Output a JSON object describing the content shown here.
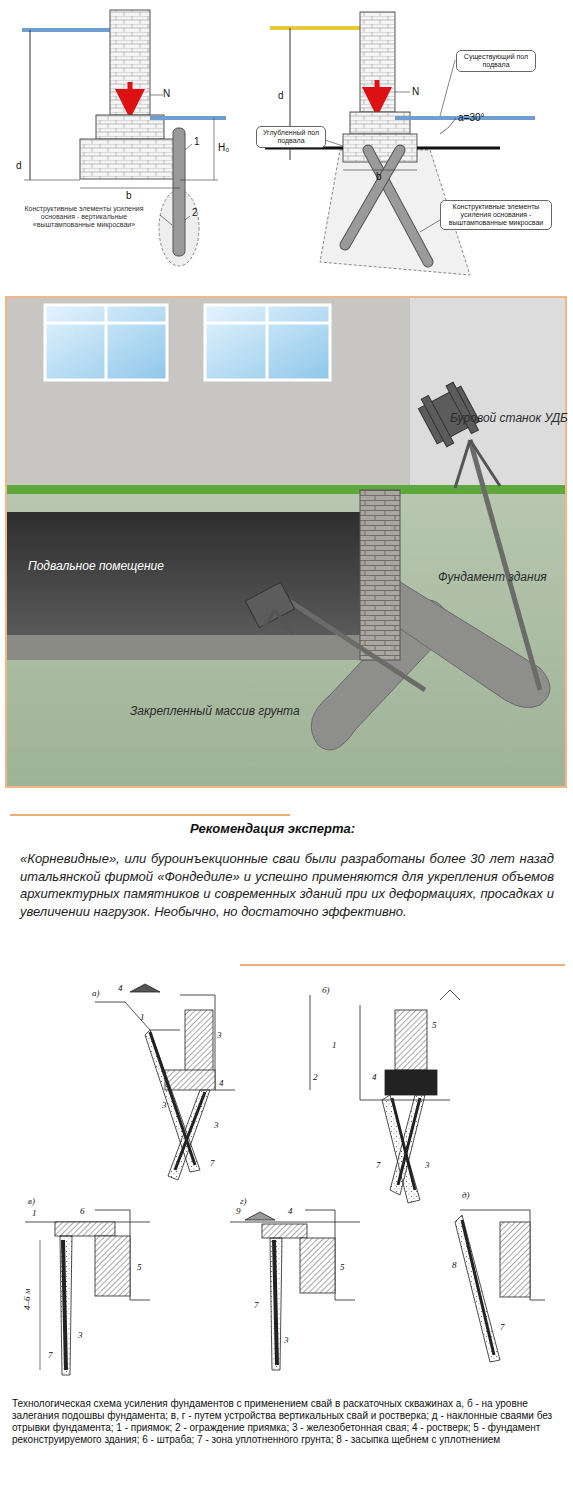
{
  "diagram": {
    "caption": "Технологическая схема усиления фундаментов с применением свай в раскаточных скважинах а, б - на уровне залегания подошвы фундамента; в, г - путем устройства вертикальных свай и ростверка; д - наклонные сваями без отрывки фундамента; 1 - приямок; 2 - ограждение приямка; 3 - железобетонная свая; 4 - ростверк; 5 - фундамент реконструируемого здания; 6 - штраба; 7 - зона уплотненного грунта; 8 - засыпка щебнем с уплотнением",
    "nodes": [
      {
        "text": [
          "Существующий пол подвала"
        ]
      },
      {
        "text": [
          "Углубленный пол подвала"
        ]
      },
      {
        "text": [
          "Конструктивные элементы усиления основания - выштампованные микросваи"
        ]
      }
    ],
    "labels": [
      "d",
      "N",
      "1",
      "H₀",
      "2",
      "b",
      "Конструктивные элементы усиления основания - вертикальные «выштампованные микросваи»",
      "d",
      "N",
      "a=30°",
      "b",
      "Буровой станок УДБ",
      "Подвальное помещение",
      "Фундамент здания",
      "Закрепленный массив грунта",
      "Рекомендация эксперта:",
      "«Корневидные», или буроинъекционные сваи были разработаны более 30 лет назад итальянской фирмой «Фондедиле» и успешно применяются для укрепления объемов архитектурных памятников и современных зданий при их деформациях, просадках и увеличении нагрузок. Необычно, но достаточно эффективно.",
      "а)",
      "4",
      "1",
      "3",
      "4",
      "3",
      "3",
      "7",
      "б)",
      "1",
      "2",
      "5",
      "4",
      "7",
      "3",
      "в)",
      "6",
      "1",
      "5",
      "4–6 м",
      "3",
      "7",
      "г)",
      "9",
      "4",
      "7",
      "5",
      "3",
      "д)",
      "8",
      "7"
    ]
  }
}
